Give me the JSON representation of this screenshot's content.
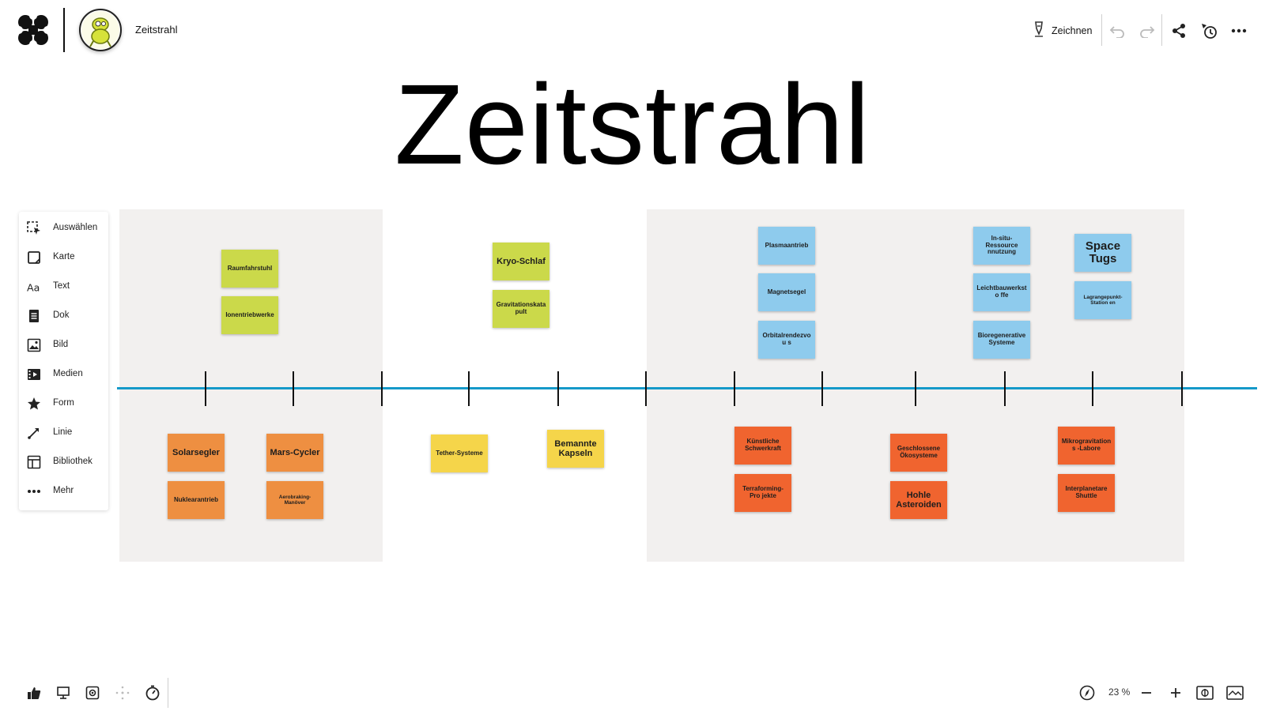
{
  "header": {
    "board_title": "Zeitstrahl",
    "draw_label": "Zeichnen"
  },
  "icons": {
    "app_logo": "app-logo-icon",
    "draw": "pen-icon",
    "undo": "undo-icon",
    "redo": "redo-icon",
    "share": "share-icon",
    "activity": "activity-icon",
    "more": "more-icon"
  },
  "heading": "Zeitstrahl",
  "toolbar": {
    "items": [
      {
        "label": "Auswählen",
        "icon": "select-icon"
      },
      {
        "label": "Karte",
        "icon": "card-icon"
      },
      {
        "label": "Text",
        "icon": "text-icon"
      },
      {
        "label": "Dok",
        "icon": "document-icon"
      },
      {
        "label": "Bild",
        "icon": "image-icon"
      },
      {
        "label": "Medien",
        "icon": "media-icon"
      },
      {
        "label": "Form",
        "icon": "star-icon"
      },
      {
        "label": "Linie",
        "icon": "line-icon"
      },
      {
        "label": "Bibliothek",
        "icon": "library-icon"
      },
      {
        "label": "Mehr",
        "icon": "more-icon"
      }
    ]
  },
  "notes": {
    "raumfahrstuhl": "Raumfahrstuhl",
    "ionentriebwerke": "Ionentriebwerke",
    "kryo_schlaf": "Kryo-Schlaf",
    "gravitationskatapult": "Gravitationskata pult",
    "plasmaantrieb": "Plasmaantrieb",
    "magnetsegel": "Magnetsegel",
    "orbitalrendezvous": "Orbitalrendezvou s",
    "in_situ": "In-situ-Ressource nnutzung",
    "leichtbauwerkstoffe": "Leichtbauwerksto ffe",
    "bioregenerative": "Bioregenerative Systeme",
    "space_tugs": "Space Tugs",
    "lagrangepunkt": "Lagrangepunkt-Station en",
    "solarsegler": "Solarsegler",
    "nuklearantrieb": "Nuklearantrieb",
    "mars_cycler": "Mars-Cycler",
    "aerobraking": "Aerobraking-Manöver",
    "tether": "Tether-Systeme",
    "bemannte_kapseln": "Bemannte Kapseln",
    "kuenstliche_schwerkraft": "Künstliche Schwerkraft",
    "terraforming": "Terraforming-Pro jekte",
    "geschlossene": "Geschlossene Ökosysteme",
    "hohle_asteroiden": "Hohle Asteroiden",
    "mikrogravitation": "Mikrogravitations -Labore",
    "interplanetare": "Interplanetare Shuttle"
  },
  "colors": {
    "timeline": "#1599c9",
    "panel": "#f2f0ef",
    "lime": "#cbd94a",
    "blue": "#8ecbed",
    "orange": "#ee8f41",
    "red": "#f0642f",
    "yellow": "#f5d54a"
  },
  "bottombar": {
    "zoom": "23 %",
    "icons": [
      "thumbs-up-icon",
      "presentation-icon",
      "record-icon",
      "move-icon",
      "timer-icon",
      "compass-icon",
      "zoom-out-icon",
      "zoom-in-icon",
      "fit-icon",
      "minimap-icon"
    ]
  }
}
